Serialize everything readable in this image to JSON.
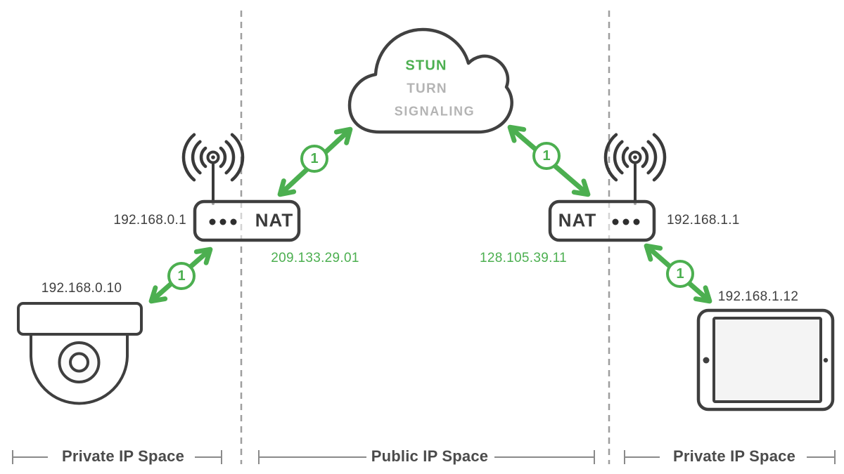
{
  "cloud": {
    "stun": "STUN",
    "turn": "TURN",
    "signaling": "SIGNALING"
  },
  "nat_left": {
    "label": "NAT",
    "lan_ip": "192.168.0.1",
    "wan_ip": "209.133.29.01"
  },
  "nat_right": {
    "label": "NAT",
    "lan_ip": "192.168.1.1",
    "wan_ip": "128.105.39.11"
  },
  "camera": {
    "ip": "192.168.0.10"
  },
  "tablet": {
    "ip": "192.168.1.12"
  },
  "connections": {
    "camera_to_nat": {
      "badge": "1"
    },
    "nat_to_cloud": {
      "badge": "1"
    },
    "cloud_to_nat": {
      "badge": "1"
    },
    "nat_to_tablet": {
      "badge": "1"
    }
  },
  "zones": {
    "left": {
      "label": "Private IP Space"
    },
    "middle": {
      "label": "Public IP Space"
    },
    "right": {
      "label": "Private IP Space"
    }
  },
  "colors": {
    "green": "#4CAF50",
    "outline": "#3f3f3f",
    "muted_text": "#b4b4b4",
    "divider": "#9e9e9e",
    "zone_text": "#4b4b4b"
  }
}
